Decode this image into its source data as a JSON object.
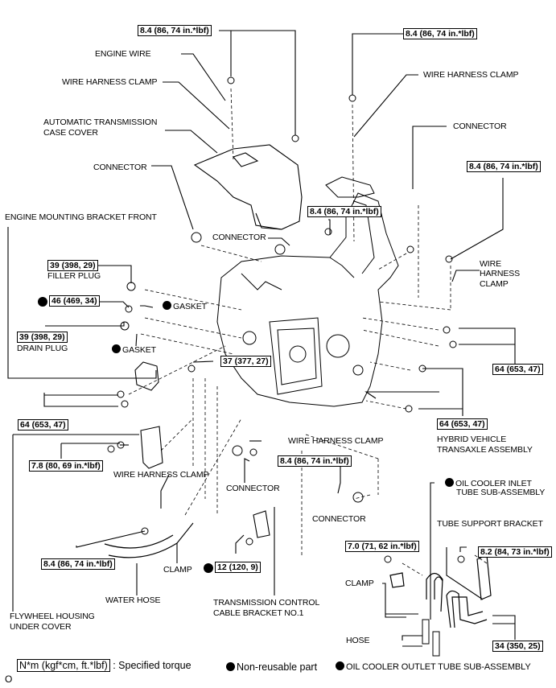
{
  "torque_labels": {
    "t1": "8.4 (86, 74 in.*lbf)",
    "t2": "8.4 (86, 74 in.*lbf)",
    "t3": "8.4 (86, 74 in.*lbf)",
    "t4": "8.4 (86, 74 in.*lbf)",
    "t5": "39 (398, 29)",
    "t6": "46 (469, 34)",
    "t7": "39 (398, 29)",
    "t8": "37 (377, 27)",
    "t9": "64 (653, 47)",
    "t10": "64 (653, 47)",
    "t11": "64 (653, 47)",
    "t12": "7.8 (80, 69 in.*lbf)",
    "t13": "8.4 (86, 74 in.*lbf)",
    "t14": "8.4 (86, 74 in.*lbf)",
    "t15": "12 (120, 9)",
    "t16": "7.0 (71, 62 in.*lbf)",
    "t17": "8.2 (84, 73 in.*lbf)",
    "t18": "34 (350, 25)"
  },
  "part_labels": {
    "engine_wire": "ENGINE WIRE",
    "wire_harness_clamp_1": "WIRE HARNESS CLAMP",
    "at_case_cover_l1": "AUTOMATIC TRANSMISSION",
    "at_case_cover_l2": "CASE COVER",
    "connector_1": "CONNECTOR",
    "engine_mounting_bracket": "ENGINE MOUNTING BRACKET FRONT",
    "connector_2": "CONNECTOR",
    "filler_plug": "FILLER PLUG",
    "gasket_1": "GASKET",
    "drain_plug": "DRAIN PLUG",
    "gasket_2": "GASKET",
    "wire_harness_clamp_2": "WIRE HARNESS CLAMP",
    "connector_3": "CONNECTOR",
    "wire_harness_clamp_3_l1": "WIRE",
    "wire_harness_clamp_3_l2": "HARNESS",
    "wire_harness_clamp_3_l3": "CLAMP",
    "hybrid_transaxle_l1": "HYBRID VEHICLE",
    "hybrid_transaxle_l2": "TRANSAXLE ASSEMBLY",
    "wire_harness_clamp_4": "WIRE HARNESS CLAMP",
    "wire_harness_clamp_5": "WIRE HARNESS CLAMP",
    "connector_4": "CONNECTOR",
    "connector_5": "CONNECTOR",
    "oil_cooler_inlet_l1": "OIL COOLER INLET",
    "oil_cooler_inlet_l2": "TUBE SUB-ASSEMBLY",
    "tube_support_bracket": "TUBE SUPPORT BRACKET",
    "clamp_1": "CLAMP",
    "water_hose": "WATER HOSE",
    "tcc_bracket_l1": "TRANSMISSION CONTROL",
    "tcc_bracket_l2": "CABLE BRACKET NO.1",
    "flywheel_cover_l1": "FLYWHEEL HOUSING",
    "flywheel_cover_l2": "UNDER COVER",
    "clamp_2": "CLAMP",
    "hose": "HOSE"
  },
  "legend": {
    "torque_unit": "N*m (kgf*cm, ft.*lbf)",
    "torque_desc": ": Specified torque",
    "non_reusable": "Non-reusable part",
    "oil_cooler_outlet": "OIL COOLER OUTLET TUBE SUB-ASSEMBLY"
  },
  "corner_mark": "O"
}
